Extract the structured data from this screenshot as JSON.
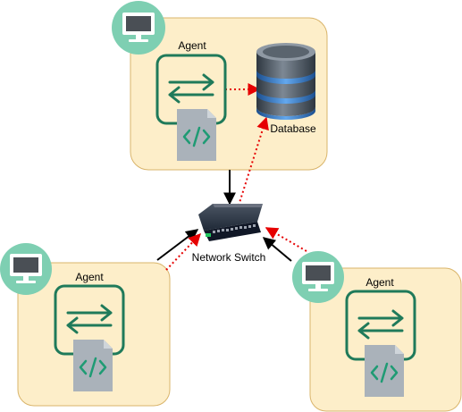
{
  "colors": {
    "panel_fill": "#fdeec9",
    "panel_stroke": "#d9b46a",
    "monitor_badge": "#7ecfb2",
    "agent_green": "#1f7a5a",
    "doc_gray": "#aab2ba",
    "doc_icon": "#1f9b74",
    "black_link": "#000000",
    "red_link": "#e60000",
    "db_body": "#4a5560",
    "db_ring": "#3b7fc8"
  },
  "nodes": {
    "agent_top": {
      "label": "Agent"
    },
    "agent_left": {
      "label": "Agent"
    },
    "agent_right": {
      "label": "Agent"
    },
    "database": {
      "label": "Database"
    },
    "switch": {
      "label": "Network Switch"
    }
  },
  "links": [
    {
      "from": "agent_top",
      "to": "switch",
      "style": "solid",
      "color": "black"
    },
    {
      "from": "agent_left",
      "to": "switch",
      "style": "solid",
      "color": "black"
    },
    {
      "from": "agent_right",
      "to": "switch",
      "style": "solid",
      "color": "black"
    },
    {
      "from": "agent_top",
      "to": "database",
      "style": "dotted",
      "color": "red"
    },
    {
      "from": "switch",
      "to": "database",
      "style": "dotted",
      "color": "red"
    },
    {
      "from": "agent_left",
      "to": "switch",
      "style": "dotted",
      "color": "red"
    },
    {
      "from": "agent_right",
      "to": "switch",
      "style": "dotted",
      "color": "red"
    }
  ],
  "icons": {
    "monitor": "monitor-icon",
    "agent": "agent-exchange-icon",
    "document": "code-document-icon",
    "database": "database-icon",
    "switch": "network-switch-icon"
  }
}
